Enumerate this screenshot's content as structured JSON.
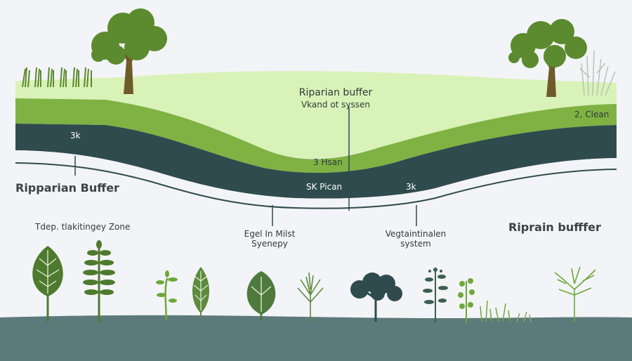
{
  "diagram": {
    "labels": {
      "title": "Riparian buffer",
      "subtitle": "Vkand ot syssen",
      "left_band": "3k",
      "right_top": "2, Clean",
      "center_green": "3 Hsan",
      "center_dark": "SK Pican",
      "center_dark_right": "3k",
      "left_heading": "Ripparian Buffer",
      "left_zone": "Tdep. tlakitingey Zone",
      "mid_caption_1": "Egel In Milst",
      "mid_caption_2": "Syenepy",
      "right_caption_1": "Vegtaintinalen",
      "right_caption_2": "system",
      "right_heading": "Riprain bufffer"
    },
    "colors": {
      "background": "#f3f4f7",
      "light_green": "#d9f2b8",
      "mid_green": "#7fb243",
      "dark_band": "#2f4b4d",
      "tree_green": "#5c8a2e",
      "trunk": "#6f5b2a",
      "ground": "#5c7a7a"
    },
    "icons": [
      "broad-leaf-icon",
      "fern-icon",
      "sprout-icon",
      "narrow-leaf-icon",
      "wide-leaf-icon",
      "grass-tuft-icon",
      "shrub-icon",
      "berry-sprig-icon",
      "small-herb-icon",
      "grass-blades-icon",
      "bare-tree-icon"
    ]
  }
}
